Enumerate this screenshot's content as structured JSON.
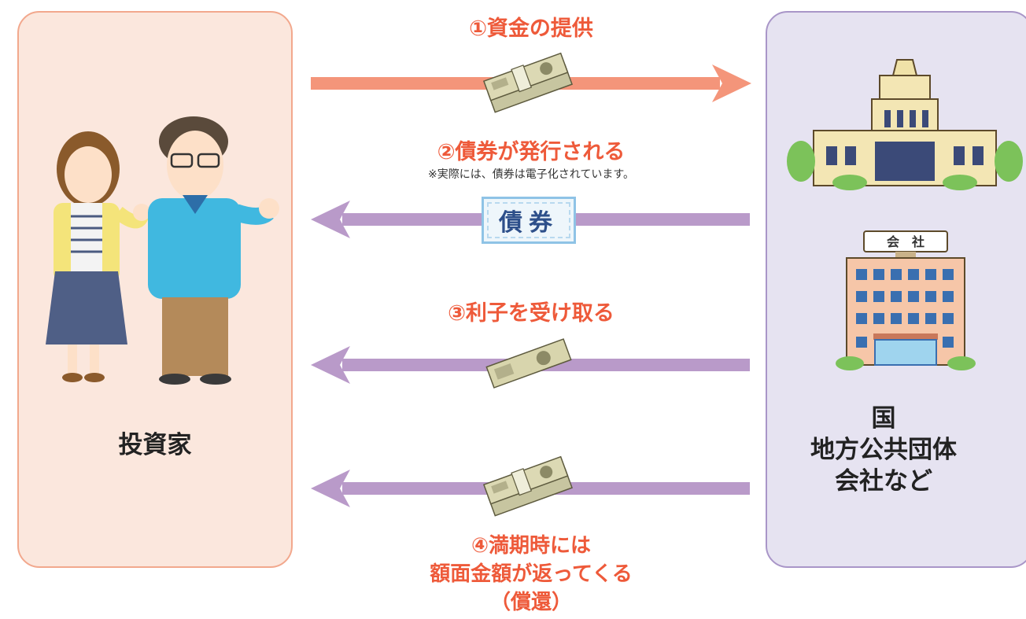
{
  "investor": {
    "label": "投資家"
  },
  "issuer": {
    "lines": [
      "国",
      "地方公共団体",
      "会社など"
    ]
  },
  "steps": {
    "step1": "①資金の提供",
    "step2": "②債券が発行される",
    "step2_note": "※実際には、債券は電子化されています。",
    "step3": "③利子を受け取る",
    "step4_lines": [
      "④満期時には",
      "額面金額が返ってくる",
      "（償還）"
    ]
  },
  "bond_card": {
    "text": "債券"
  },
  "company_sign": {
    "text": "会　社"
  },
  "icons": {
    "money_stack": "yen-bundle-icon",
    "single_bill": "yen-bill-icon",
    "parliament": "national-diet-building-icon",
    "company": "company-building-icon",
    "people": "investor-couple-illustration"
  },
  "colors": {
    "investor_panel": "#fbe7dd",
    "issuer_panel": "#e6e3f1",
    "arrow_provide": "#f4957a",
    "arrow_return": "#b99ac9",
    "step_text": "#ee5a3a"
  }
}
